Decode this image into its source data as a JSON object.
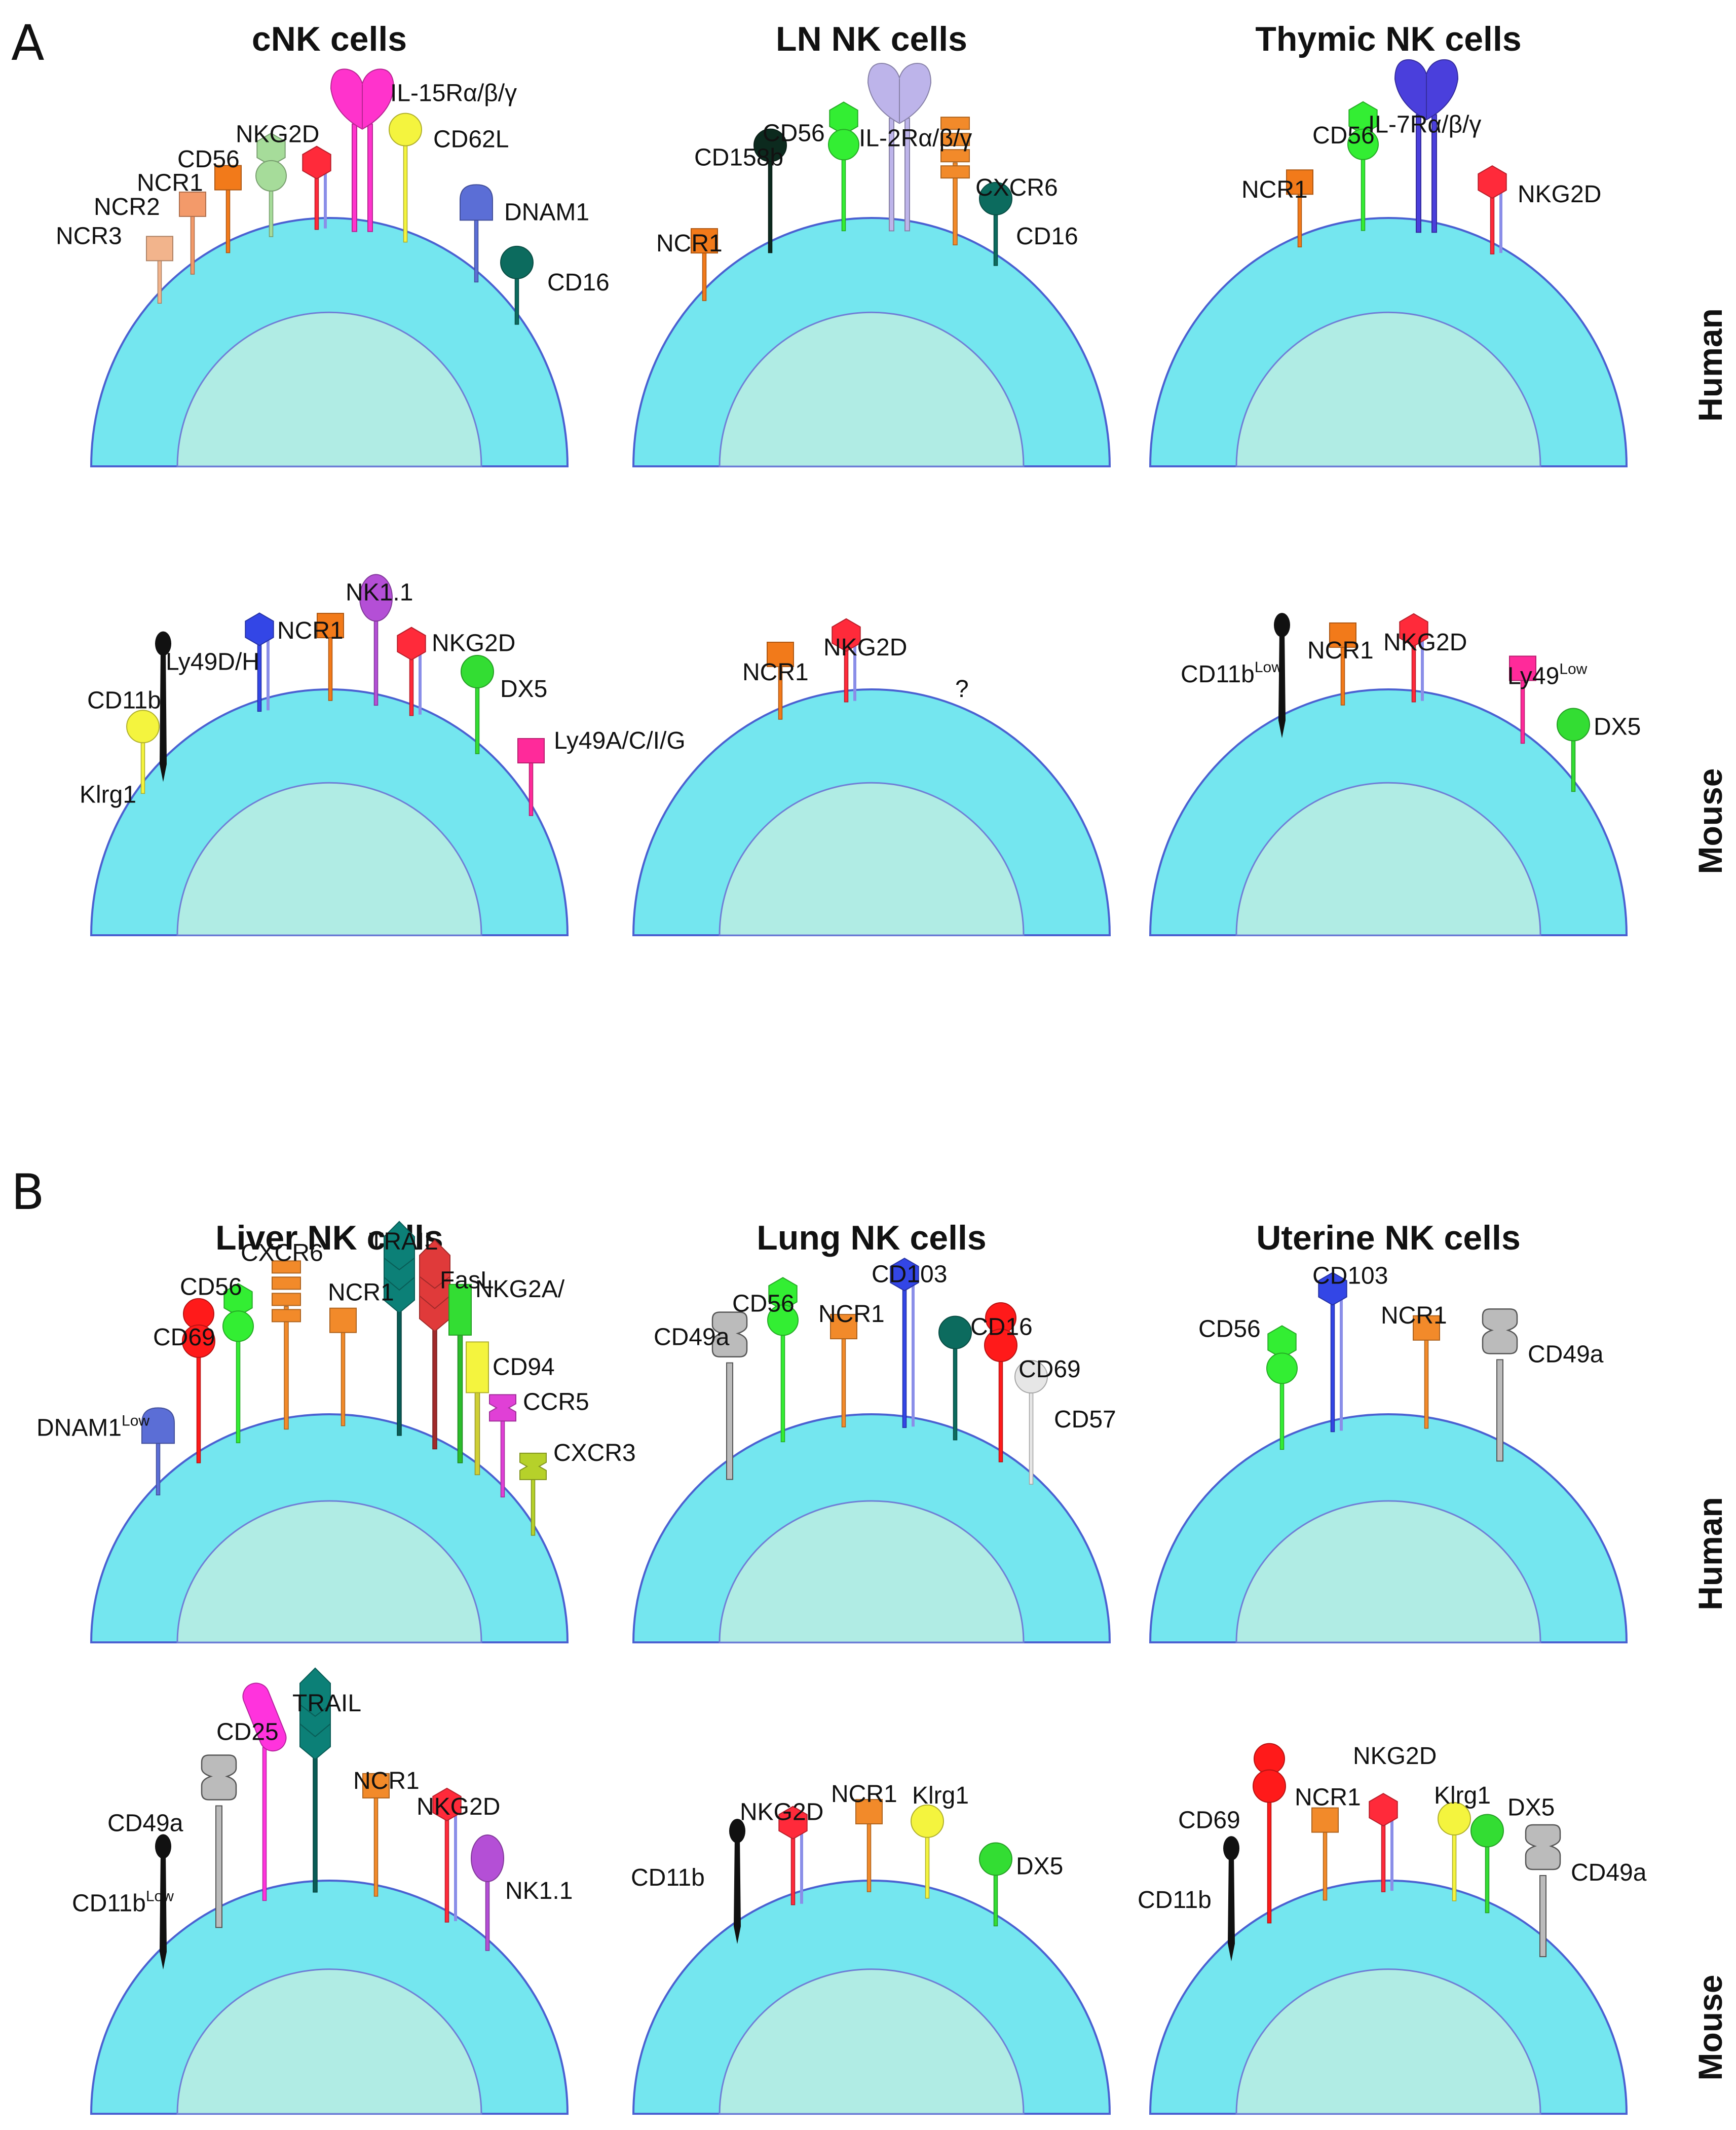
{
  "panels": [
    {
      "letter": "A",
      "cells": [
        {
          "title": "cNK cells",
          "human": [
            {
              "name": "NCR3",
              "shape": "square",
              "color": "#f2b48c"
            },
            {
              "name": "NCR2",
              "shape": "square",
              "color": "#f39a6a"
            },
            {
              "name": "NCR1",
              "shape": "square",
              "color": "#f27a1a"
            },
            {
              "name": "CD56",
              "shape": "hexdouble",
              "color": "#a6dc9a"
            },
            {
              "name": "NKG2D",
              "shape": "hexagon",
              "color": "#ff2a3a"
            },
            {
              "name": "IL-15Rα/β/γ",
              "shape": "heart",
              "color": "#ff33cc"
            },
            {
              "name": "CD62L",
              "shape": "lollipop",
              "color": "#f4f43e"
            },
            {
              "name": "DNAM1",
              "shape": "mushroom",
              "color": "#5b6ed6"
            },
            {
              "name": "CD16",
              "shape": "lollipop",
              "color": "#0c6b5e"
            }
          ],
          "mouse": [
            {
              "name": "Klrg1",
              "shape": "lollipop",
              "color": "#f4f43e"
            },
            {
              "name": "CD11b",
              "shape": "spike",
              "color": "#111111"
            },
            {
              "name": "Ly49D/H",
              "shape": "hexagon",
              "color": "#3346e6"
            },
            {
              "name": "NCR1",
              "shape": "square",
              "color": "#f27a1a"
            },
            {
              "name": "NK1.1",
              "shape": "oval",
              "color": "#b44fd6"
            },
            {
              "name": "NKG2D",
              "shape": "hexagon",
              "color": "#ff2a3a"
            },
            {
              "name": "DX5",
              "shape": "lollipop",
              "color": "#33dd33"
            },
            {
              "name": "Ly49A/C/I/G",
              "shape": "square",
              "color": "#ff2a9a"
            }
          ]
        },
        {
          "title": "LN NK cells",
          "human": [
            {
              "name": "NCR1",
              "shape": "square",
              "color": "#f27a1a"
            },
            {
              "name": "CD158b",
              "shape": "lollipop",
              "color": "#0c2a1e"
            },
            {
              "name": "CD56",
              "shape": "hexdouble",
              "color": "#33ee33"
            },
            {
              "name": "IL-2Rα/β/γ",
              "shape": "heart",
              "color": "#bdb4ea"
            },
            {
              "name": "CXCR6",
              "shape": "stack",
              "color": "#f28a2a"
            },
            {
              "name": "CD16",
              "shape": "lollipop",
              "color": "#0c6b5e"
            }
          ],
          "mouse": [
            {
              "name": "NCR1",
              "shape": "square",
              "color": "#f27a1a"
            },
            {
              "name": "NKG2D",
              "shape": "hexagon",
              "color": "#ff2a3a"
            }
          ],
          "mouse_note": "?"
        },
        {
          "title": "Thymic NK cells",
          "human": [
            {
              "name": "NCR1",
              "shape": "square",
              "color": "#f27a1a"
            },
            {
              "name": "CD56",
              "shape": "hexdouble",
              "color": "#33ee33"
            },
            {
              "name": "IL-7Rα/β/γ",
              "shape": "heart",
              "color": "#4a3fdc"
            },
            {
              "name": "NKG2D",
              "shape": "hexagon",
              "color": "#ff2a3a"
            }
          ],
          "mouse": [
            {
              "name": "CD11b",
              "sup": "Low",
              "shape": "spike",
              "color": "#111111"
            },
            {
              "name": "NCR1",
              "shape": "square",
              "color": "#f27a1a"
            },
            {
              "name": "NKG2D",
              "shape": "hexagon",
              "color": "#ff2a3a"
            },
            {
              "name": "Ly49",
              "sup": "Low",
              "shape": "square",
              "color": "#ff2a9a"
            },
            {
              "name": "DX5",
              "shape": "lollipop",
              "color": "#33dd33"
            }
          ]
        }
      ]
    },
    {
      "letter": "B",
      "cells": [
        {
          "title": "Liver NK cells",
          "human": [
            {
              "name": "DNAM1",
              "sup": "Low",
              "shape": "mushroom",
              "color": "#5b6ed6"
            },
            {
              "name": "CD69",
              "shape": "snowman",
              "color": "#ff1a1a"
            },
            {
              "name": "CD56",
              "shape": "hexdouble",
              "color": "#33ee33"
            },
            {
              "name": "CXCR6",
              "shape": "stack",
              "color": "#f28a2a"
            },
            {
              "name": "NCR1",
              "shape": "square",
              "color": "#f28a2a"
            },
            {
              "name": "TRAIL",
              "shape": "trail",
              "color": "#0c8077"
            },
            {
              "name": "FasL",
              "shape": "trail",
              "color": "#e03a3a"
            },
            {
              "name": "NKG2A/",
              "shape": "rect",
              "color": "#33dd33"
            },
            {
              "name": "CD94",
              "shape": "rect",
              "color": "#f4f43e"
            },
            {
              "name": "CCR5",
              "shape": "bowtie",
              "color": "#e040d6"
            },
            {
              "name": "CXCR3",
              "shape": "bowtie",
              "color": "#b6d12a"
            }
          ],
          "mouse": [
            {
              "name": "CD11b",
              "sup": "Low",
              "shape": "spike",
              "color": "#111111"
            },
            {
              "name": "CD49a",
              "shape": "peanut",
              "color": "#bbbbbb"
            },
            {
              "name": "CD25",
              "shape": "capsule",
              "color": "#ff33dd"
            },
            {
              "name": "TRAIL",
              "shape": "trail",
              "color": "#0c8077"
            },
            {
              "name": "NCR1",
              "shape": "square",
              "color": "#f28a2a"
            },
            {
              "name": "NKG2D",
              "shape": "hexagon",
              "color": "#ff2a3a"
            },
            {
              "name": "NK1.1",
              "shape": "oval",
              "color": "#b44fd6"
            }
          ]
        },
        {
          "title": "Lung NK cells",
          "human": [
            {
              "name": "CD49a",
              "shape": "peanut",
              "color": "#bbbbbb"
            },
            {
              "name": "CD56",
              "shape": "hexdouble",
              "color": "#33ee33"
            },
            {
              "name": "NCR1",
              "shape": "square",
              "color": "#f28a2a"
            },
            {
              "name": "CD103",
              "shape": "hexagon",
              "color": "#3346e6"
            },
            {
              "name": "CD16",
              "shape": "lollipop",
              "color": "#0c6b5e"
            },
            {
              "name": "CD69",
              "shape": "snowman",
              "color": "#ff1a1a"
            },
            {
              "name": "CD57",
              "shape": "lollipop",
              "color": "#e6e6e6"
            }
          ],
          "mouse": [
            {
              "name": "CD11b",
              "shape": "spike",
              "color": "#111111"
            },
            {
              "name": "NKG2D",
              "shape": "hexagon",
              "color": "#ff2a3a"
            },
            {
              "name": "NCR1",
              "shape": "square",
              "color": "#f28a2a"
            },
            {
              "name": "Klrg1",
              "shape": "lollipop",
              "color": "#f4f43e"
            },
            {
              "name": "DX5",
              "shape": "lollipop",
              "color": "#33dd33"
            }
          ]
        },
        {
          "title": "Uterine NK cells",
          "human": [
            {
              "name": "CD56",
              "shape": "hexdouble",
              "color": "#33ee33"
            },
            {
              "name": "CD103",
              "shape": "hexagon",
              "color": "#3346e6"
            },
            {
              "name": "NCR1",
              "shape": "square",
              "color": "#f28a2a"
            },
            {
              "name": "CD49a",
              "shape": "peanut",
              "color": "#bbbbbb"
            }
          ],
          "mouse": [
            {
              "name": "CD11b",
              "shape": "spike",
              "color": "#111111"
            },
            {
              "name": "CD69",
              "shape": "snowman",
              "color": "#ff1a1a"
            },
            {
              "name": "NCR1",
              "shape": "square",
              "color": "#f28a2a"
            },
            {
              "name": "NKG2D",
              "shape": "hexagon",
              "color": "#ff2a3a"
            },
            {
              "name": "Klrg1",
              "shape": "lollipop",
              "color": "#f4f43e"
            },
            {
              "name": "DX5",
              "shape": "lollipop",
              "color": "#33dd33"
            },
            {
              "name": "CD49a",
              "shape": "peanut",
              "color": "#bbbbbb"
            }
          ]
        }
      ]
    }
  ],
  "species": {
    "human": "Human",
    "mouse": "Mouse"
  }
}
